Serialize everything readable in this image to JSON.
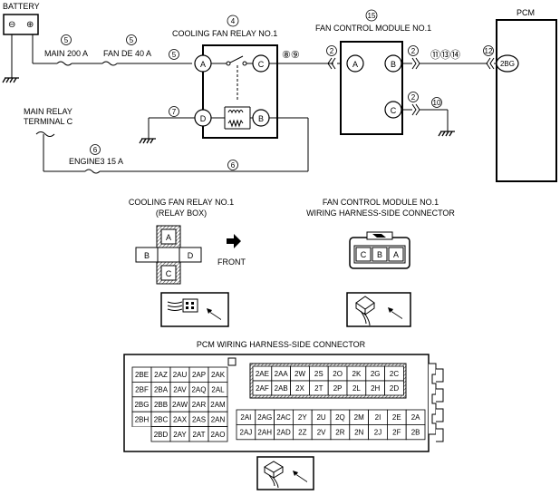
{
  "battery": {
    "title": "BATTERY",
    "neg": "⊖",
    "pos": "⊕"
  },
  "fuse_main": {
    "num": "5",
    "label": "MAIN 200 A"
  },
  "fuse_fan": {
    "num": "5",
    "label": "FAN DE 40 A"
  },
  "wire_a_num": "5",
  "relay": {
    "num": "4",
    "title": "COOLING FAN RELAY NO.1",
    "terminals": [
      "A",
      "C",
      "D",
      "B"
    ]
  },
  "wire_c_nums": "⑧⑨",
  "fcm": {
    "num": "15",
    "title": "FAN CONTROL MODULE NO.1",
    "terminals": [
      "A",
      "B",
      "C"
    ]
  },
  "wire_fcm_a": "2",
  "wire_fcm_b": "2",
  "wire_fcm_b_nums": "⑪⑬⑭",
  "wire_fcm_c": "2",
  "wire_fcm_c_ground": "10",
  "pcm": {
    "title": "PCM",
    "wire_num": "12",
    "terminal": "2BG"
  },
  "wire_d_num": "7",
  "main_relay": {
    "line1": "MAIN RELAY",
    "line2": "TERMINAL C"
  },
  "fuse_engine": {
    "num": "6",
    "label": "ENGINE3 15 A"
  },
  "wire_b_num": "6",
  "relay_connector": {
    "title1": "COOLING FAN RELAY NO.1",
    "title2": "(RELAY BOX)",
    "front": "FRONT",
    "pins": [
      "A",
      "B",
      "C",
      "D"
    ]
  },
  "fcm_connector": {
    "title1": "FAN CONTROL MODULE NO.1",
    "title2": "WIRING HARNESS-SIDE CONNECTOR",
    "pins": [
      "C",
      "B",
      "A"
    ]
  },
  "pcm_connector": {
    "title": "PCM WIRING HARNESS-SIDE CONNECTOR",
    "left_rows": [
      [
        "2BE",
        "2AZ",
        "2AU",
        "2AP",
        "2AK"
      ],
      [
        "2BF",
        "2BA",
        "2AV",
        "2AQ",
        "2AL"
      ],
      [
        "2BG",
        "2BB",
        "2AW",
        "2AR",
        "2AM"
      ],
      [
        "2BH",
        "2BC",
        "2AX",
        "2AS",
        "2AN"
      ],
      [
        "",
        "2BD",
        "2AY",
        "2AT",
        "2AO"
      ]
    ],
    "right_top_rows": [
      [
        "2AE",
        "2AA",
        "2W",
        "2S",
        "2O",
        "2K",
        "2G",
        "2C"
      ],
      [
        "2AF",
        "2AB",
        "2X",
        "2T",
        "2P",
        "2L",
        "2H",
        "2D"
      ]
    ],
    "right_bottom_rows": [
      [
        "2AI",
        "2AG",
        "2AC",
        "2Y",
        "2U",
        "2Q",
        "2M",
        "2I",
        "2E",
        "2A"
      ],
      [
        "2AJ",
        "2AH",
        "2AD",
        "2Z",
        "2V",
        "2R",
        "2N",
        "2J",
        "2F",
        "2B"
      ]
    ]
  }
}
